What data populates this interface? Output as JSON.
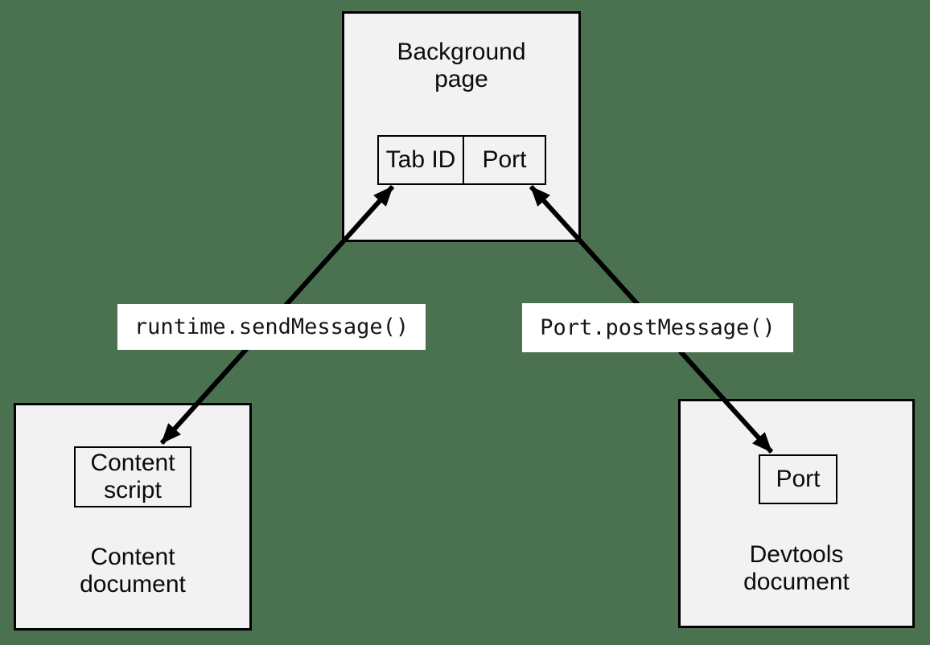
{
  "diagram": {
    "colors": {
      "canvas_bg": "#4a7150",
      "node_fill": "#f2f2f2",
      "node_border": "#000000",
      "label_bg": "#ffffff",
      "arrow": "#000000",
      "text": "#0b0b0b"
    },
    "nodes": {
      "background_page": {
        "title": "Background\npage",
        "cells": [
          "Tab ID",
          "Port"
        ]
      },
      "content_document": {
        "title": "Content\ndocument",
        "inner": "Content\nscript"
      },
      "devtools_document": {
        "title": "Devtools\ndocument",
        "inner": "Port"
      }
    },
    "edges": [
      {
        "label": "runtime.sendMessage()",
        "from": "Content script",
        "to": "Tab ID",
        "bidirectional": true
      },
      {
        "label": "Port.postMessage()",
        "from": "Devtools document Port",
        "to": "Background page Port",
        "bidirectional": true
      }
    ]
  }
}
